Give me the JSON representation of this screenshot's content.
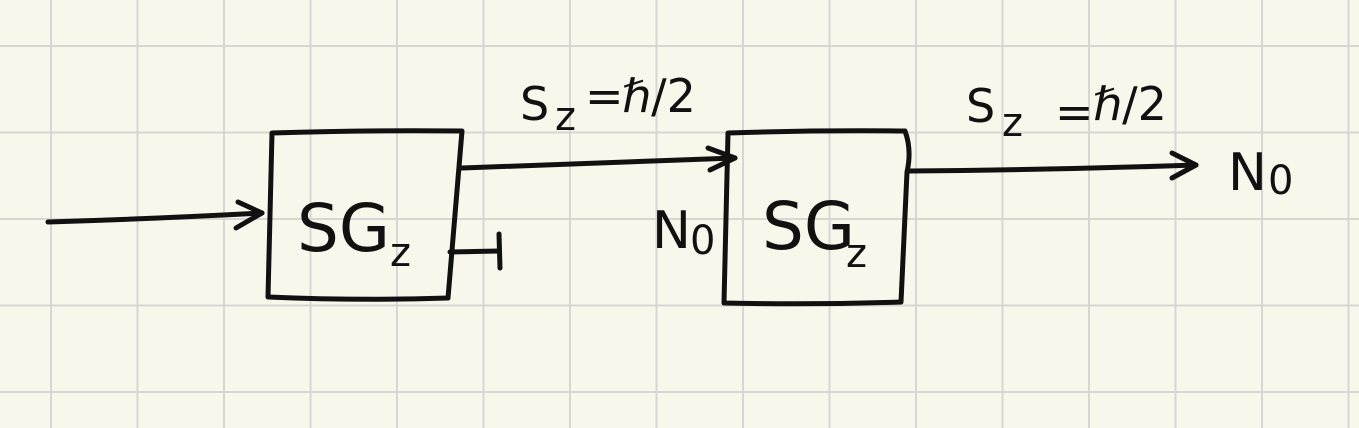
{
  "diagram": {
    "blocks": [
      {
        "main": "SG",
        "sub": "z"
      },
      {
        "main": "SG",
        "sub": "z"
      }
    ],
    "beam_labels": [
      {
        "prefix": "S",
        "sub": "z",
        "eq": "=",
        "value": "ℏ/2"
      },
      {
        "prefix": "S",
        "sub": "z",
        "eq": "=",
        "value": "ℏ/2"
      }
    ],
    "intensity_labels": [
      {
        "text": "N",
        "sub": "0"
      },
      {
        "text": "N",
        "sub": "0"
      }
    ]
  }
}
